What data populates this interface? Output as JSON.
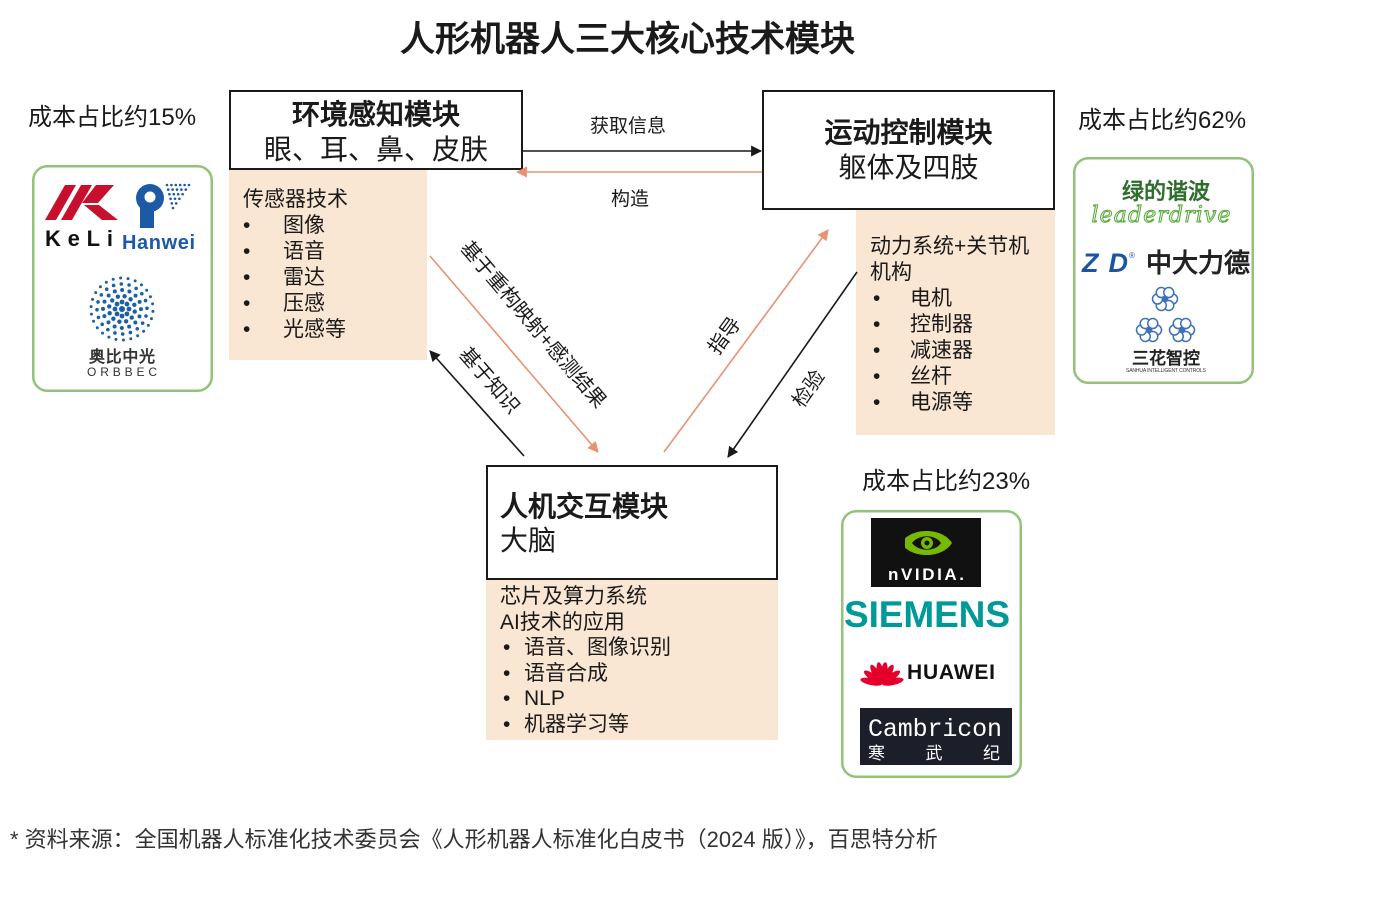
{
  "title": "人形机器人三大核心技术模块",
  "modules": {
    "environment": {
      "title": "环境感知模块",
      "subtitle": "眼、耳、鼻、皮肤",
      "detail_heading": "传感器技术",
      "items": [
        "图像",
        "语音",
        "雷达",
        "压感",
        "光感等"
      ],
      "cost": "成本占比约15%"
    },
    "motion": {
      "title": "运动控制模块",
      "subtitle": "躯体及四肢",
      "detail_heading": "动力系统+关节机\n机构",
      "items": [
        "电机",
        "控制器",
        "减速器",
        "丝杆",
        "电源等"
      ],
      "cost": "成本占比约62%"
    },
    "interaction": {
      "title": "人机交互模块",
      "subtitle": "大脑",
      "detail_lines": [
        "芯片及算力系统",
        "AI技术的应用"
      ],
      "items": [
        "语音、图像识别",
        "语音合成",
        "NLP",
        "机器学习等"
      ],
      "cost": "成本占比约23%"
    }
  },
  "arrows": {
    "acquire_info": "获取信息",
    "construct": "构造",
    "reconstruct_mapping": "基于重构映射+感测结果",
    "knowledge": "基于知识",
    "guide": "指导",
    "verify": "检验"
  },
  "logos": {
    "environment": {
      "keli": "KeLi",
      "hanwei": "Hanwei",
      "orbbec_cn": "奥比中光",
      "orbbec_en": "ORBBEC"
    },
    "motion": {
      "leaderdrive_cn": "绿的谐波",
      "leaderdrive_en": "leaderdrive",
      "zd_mark": "ZD",
      "zd_registered": "®",
      "zd_name": "中大力德",
      "sanhua_cn": "三花智控",
      "sanhua_en": "SANHUA INTELLIGENT CONTROLS"
    },
    "interaction": {
      "nvidia": "nVIDIA.",
      "siemens": "SIEMENS",
      "huawei": "HUAWEI",
      "cambricon_en": "Cambricon",
      "cambricon_cn": "寒 武 纪"
    }
  },
  "colors": {
    "text": "#1a1a1a",
    "detail_background": "#f9e6d3",
    "arrow_orange": "#e99272",
    "logo_border": "#93c27a",
    "siemens_teal": "#009999",
    "nvidia_green": "#76b900",
    "huawei_red": "#e4002b"
  },
  "footer": "* 资料来源：全国机器人标准化技术委员会《人形机器人标准化白皮书（2024 版）》，百思特分析"
}
